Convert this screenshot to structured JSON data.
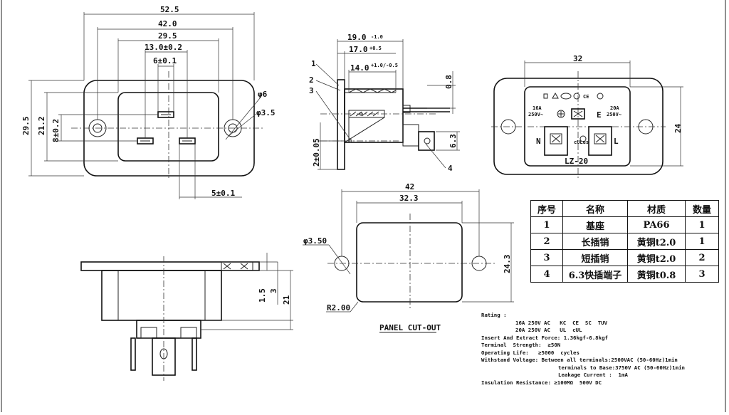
{
  "front_view": {
    "dims": {
      "w_52_5": "52.5",
      "w_42_0": "42.0",
      "w_29_5": "29.5",
      "w_13_0": "13.0±0.2",
      "w_6": "6±0.1",
      "h_29_5": "29.5",
      "h_21_2": "21.2",
      "h_8": "8±0.2",
      "d_6": "φ6",
      "d_3_5": "φ3.5",
      "w_5": "5±0.1"
    }
  },
  "side_view": {
    "dims": {
      "d19": "19.0",
      "d19_tol": "-1.0",
      "d17": "17.0",
      "d17_tol": "+0.5",
      "d14": "14.0",
      "d14_tol": "+1.0/-0.5",
      "d08": "0.8",
      "d2": "2±0.05",
      "d63": "6.3"
    },
    "callouts": [
      "1",
      "2",
      "3",
      "4"
    ]
  },
  "rear_view": {
    "dim_32": "32",
    "dim_24": "24",
    "rating_16a": "16A",
    "rating_16a_v": "250V~",
    "rating_20a": "20A",
    "rating_20a_v": "250V~",
    "label_n": "N",
    "label_e": "E",
    "label_l": "L",
    "model": "LZ-20"
  },
  "bottom_view": {
    "d15": "1.5",
    "d3": "3",
    "d21": "21"
  },
  "panel_cutout": {
    "dim_42": "42",
    "dim_32_3": "32.3",
    "dim_24_3": "24.3",
    "hole": "φ3.50",
    "radius": "R2.00",
    "title": "PANEL CUT-OUT"
  },
  "bom": {
    "headers": [
      "序号",
      "名称",
      "材质",
      "数量"
    ],
    "rows": [
      [
        "1",
        "基座",
        "PA66",
        "1"
      ],
      [
        "2",
        "长插销",
        "黄铜t2.0",
        "1"
      ],
      [
        "3",
        "短插销",
        "黄铜t2.0",
        "2"
      ],
      [
        "4",
        "6.3快插端子",
        "黄铜t0.8",
        "3"
      ]
    ]
  },
  "specs": {
    "rating_label": "Rating :",
    "rating_line1": "16A 250V AC   KC  CE  SC  TUV",
    "rating_line2": "20A 250V AC   UL  cUL",
    "force": "Insert And Extract Force: 1.36kgf-6.8kgf",
    "terminal": "Terminal  Strength:  ≥50N",
    "life": "Operating Life:   ≥5000  cycles",
    "withstand1": "Withstand Voltage: Between all terminals:2500VAC (50-60Hz)1min",
    "withstand2": "terminals to Base:3750V AC (50-60Hz)1min",
    "withstand3": "Leakage Current :  1mA",
    "insulation": "Insulation Resistance: ≥100MΩ  500V DC"
  }
}
